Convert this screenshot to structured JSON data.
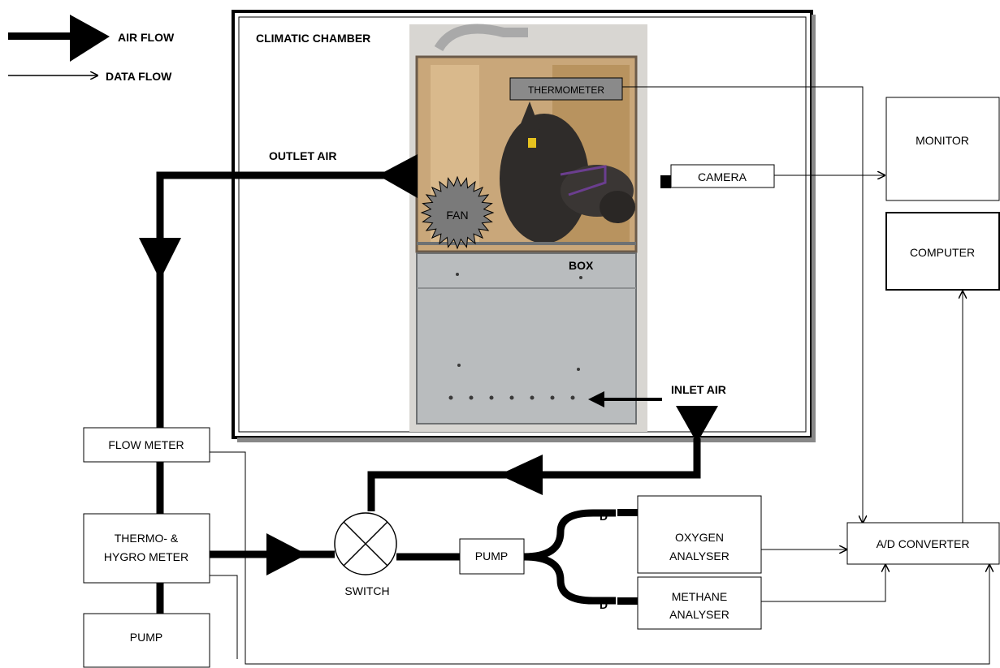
{
  "legend": {
    "air_flow_label": "AIR FLOW",
    "data_flow_label": "DATA FLOW"
  },
  "chamber": {
    "title": "CLIMATIC CHAMBER",
    "outlet_label": "OUTLET AIR",
    "inlet_label": "INLET AIR",
    "box_label": "BOX",
    "fan_label": "FAN",
    "thermometer_label": "THERMOMETER",
    "camera_label": "CAMERA"
  },
  "components": {
    "monitor": "MONITOR",
    "computer": "COMPUTER",
    "flow_meter": "FLOW METER",
    "thermo_hygro_line1": "THERMO- &",
    "thermo_hygro_line2": "HYGRO METER",
    "pump_left": "PUMP",
    "pump_center": "PUMP",
    "switch": "SWITCH",
    "oxygen_line1": "OXYGEN",
    "oxygen_line2": "ANALYSER",
    "methane_line1": "METHANE",
    "methane_line2": "ANALYSER",
    "ad_converter": "A/D CONVERTER",
    "d_label_top": "D",
    "d_label_bottom": "D"
  },
  "colors": {
    "line": "#000000",
    "fan_fill": "#7a7a7a",
    "thermometer_fill": "#8a8a8a",
    "animal": "#2f2c2a",
    "box_metal": "#b9bcbe",
    "box_glass": "#c9a77a"
  }
}
